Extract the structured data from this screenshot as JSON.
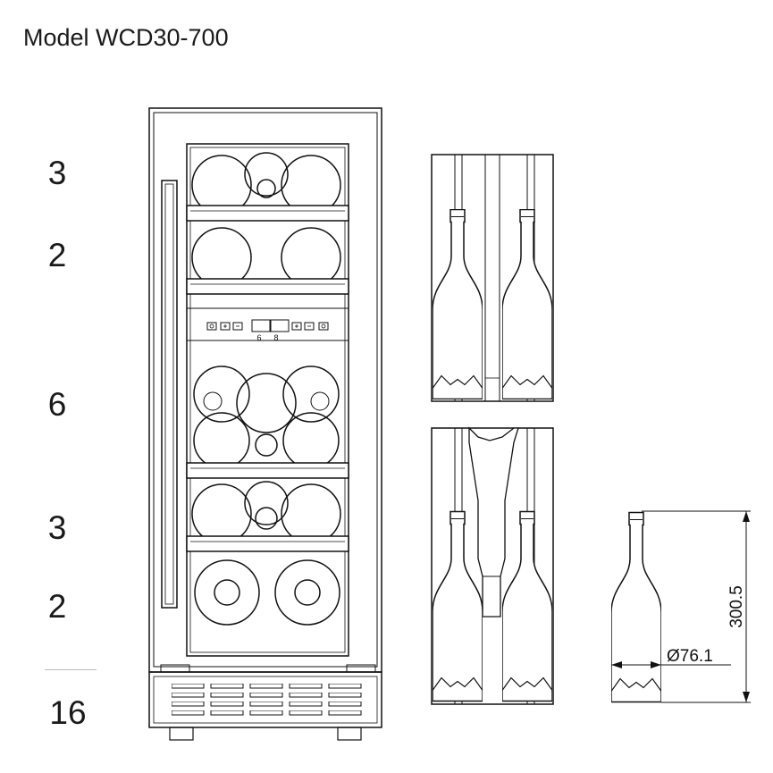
{
  "title": "Model WCD30-700",
  "shelf_counts": [
    "3",
    "2",
    "6",
    "3",
    "2"
  ],
  "total": "16",
  "dimensions": {
    "height": "300.5",
    "diameter": "Ø76.1"
  },
  "control_panel": {
    "digit_left": "6",
    "digit_right": "8"
  }
}
